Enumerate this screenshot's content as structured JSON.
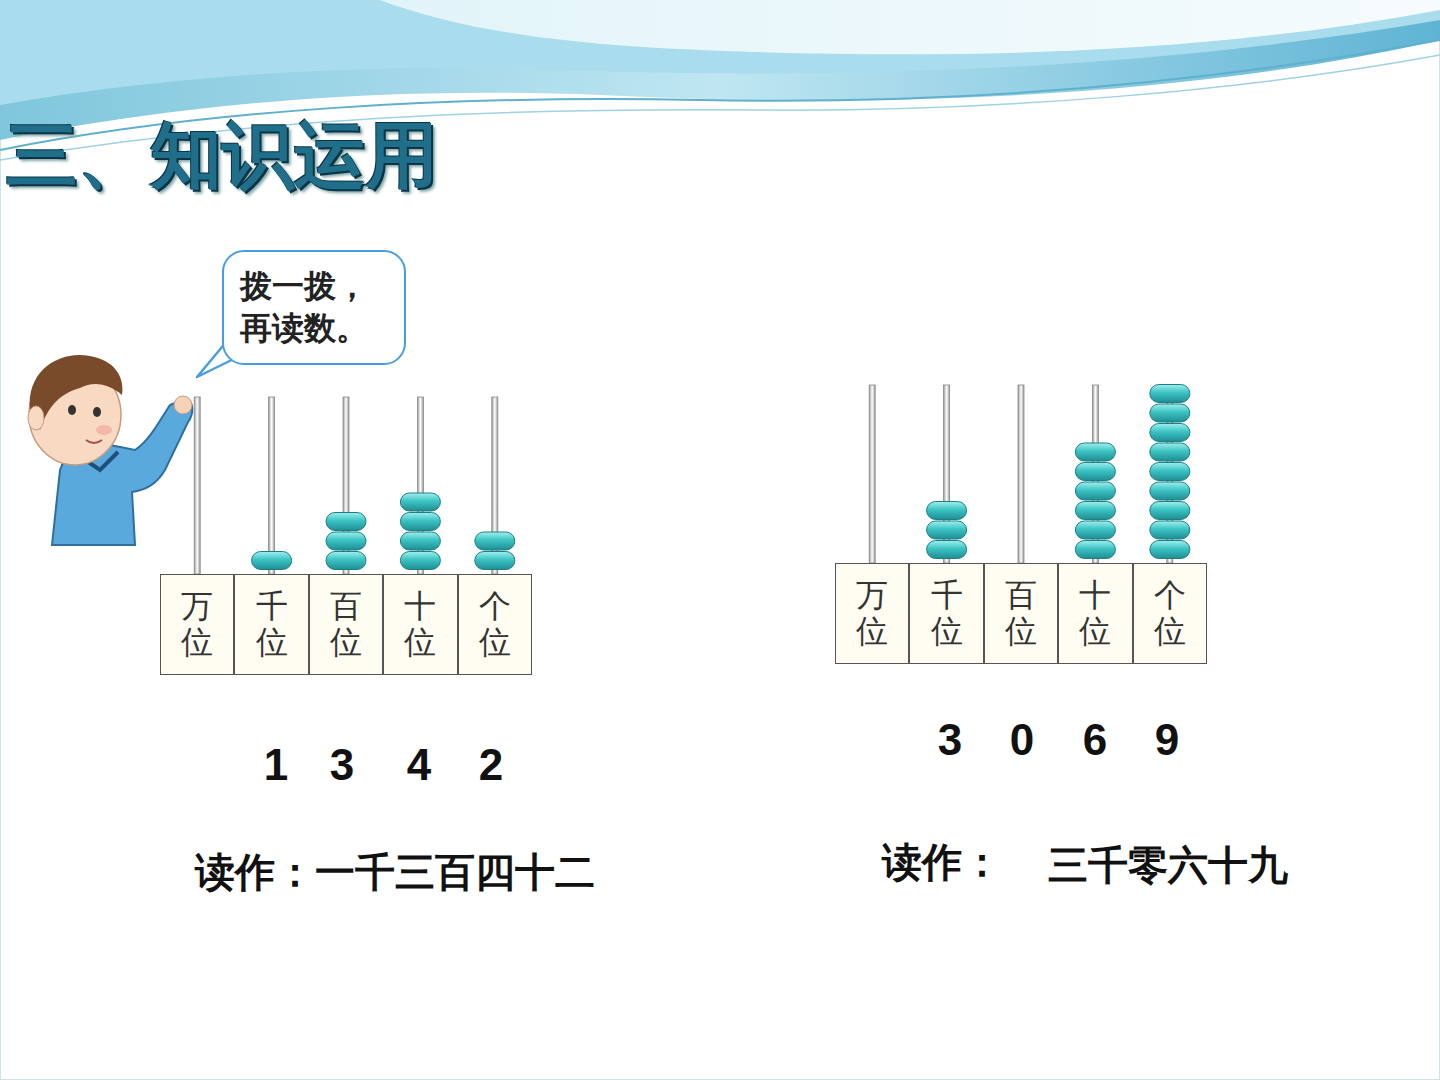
{
  "diagram": {
    "title": "三、知识运用",
    "nodes": [
      {
        "text": [
          "拨一拨，再读数。"
        ]
      },
      {
        "text": [
          "万位"
        ]
      },
      {
        "text": [
          "千位"
        ]
      },
      {
        "text": [
          "百位"
        ]
      },
      {
        "text": [
          "十位"
        ]
      },
      {
        "text": [
          "个位"
        ]
      },
      {
        "text": [
          "万位"
        ]
      },
      {
        "text": [
          "千位"
        ]
      },
      {
        "text": [
          "百位"
        ]
      },
      {
        "text": [
          "十位"
        ]
      },
      {
        "text": [
          "个位"
        ]
      }
    ],
    "labels": [
      "1",
      "3",
      "4",
      "2",
      "3",
      "0",
      "6",
      "9",
      "读作：一千三百四十二",
      "读作：",
      "三千零六十九"
    ]
  }
}
